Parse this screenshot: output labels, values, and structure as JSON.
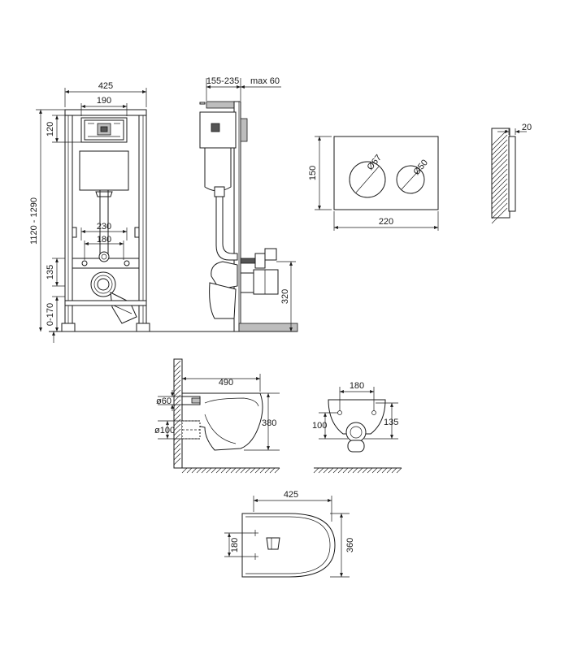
{
  "colors": {
    "line": "#1a1a1a",
    "hatch": "#1a1a1a",
    "fill_gray": "#bdbdbd",
    "fill_dark": "#555555",
    "background": "#ffffff"
  },
  "frame_front": {
    "dim_width": "425",
    "dim_plate_width": "190",
    "dim_plate_height": "120",
    "dim_total_height": "1120 - 1290",
    "dim_stud_wide": "230",
    "dim_stud_narrow": "180",
    "dim_stud_height": "135",
    "dim_leg_adjust": "0-170"
  },
  "frame_side": {
    "dim_wall_depth": "155-235",
    "dim_max_depth": "max 60",
    "dim_outlet_height": "320"
  },
  "flush_plate": {
    "dim_height": "150",
    "dim_width": "220",
    "dim_button_large": "Ø67",
    "dim_button_small": "Ø50"
  },
  "plate_side": {
    "dim_thickness": "20"
  },
  "bowl_side": {
    "dim_length": "490",
    "dim_inlet": "ø60",
    "dim_outlet": "ø100",
    "dim_height": "380"
  },
  "bowl_rear": {
    "dim_stud_spacing": "180",
    "dim_outlet_height": "100",
    "dim_stud_height": "135"
  },
  "bowl_top": {
    "dim_width": "425",
    "dim_length": "360",
    "dim_stud_spacing": "180"
  }
}
